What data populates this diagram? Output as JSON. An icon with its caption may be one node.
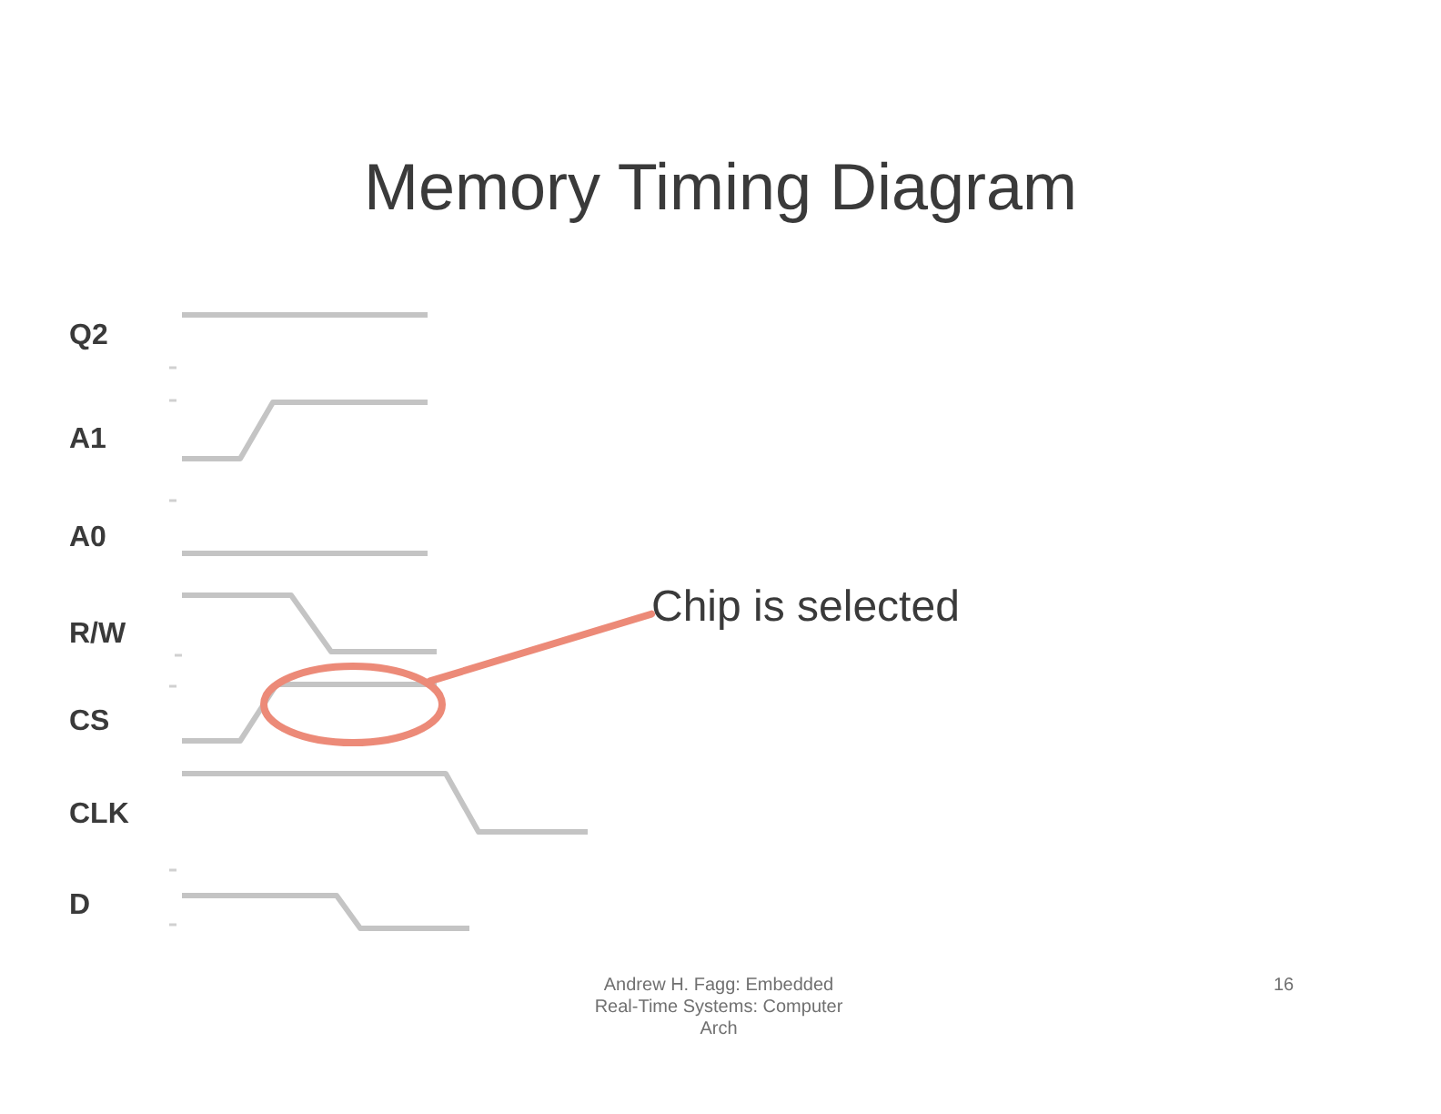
{
  "diagram": {
    "title": "Memory Timing Diagram",
    "nodes": [
      {
        "text": [
          "Chip is selected"
        ]
      },
      {
        "text": [],
        "shape": "ellipse"
      }
    ],
    "edges": [
      {
        "from": 0,
        "to": 1,
        "arrow": "none"
      }
    ],
    "labels": [
      "Q2",
      "A1",
      "A0",
      "R/W",
      "CS",
      "CLK",
      "D",
      "Andrew H. Fagg: Embedded Real-Time Systems: Computer Arch",
      "16"
    ]
  }
}
